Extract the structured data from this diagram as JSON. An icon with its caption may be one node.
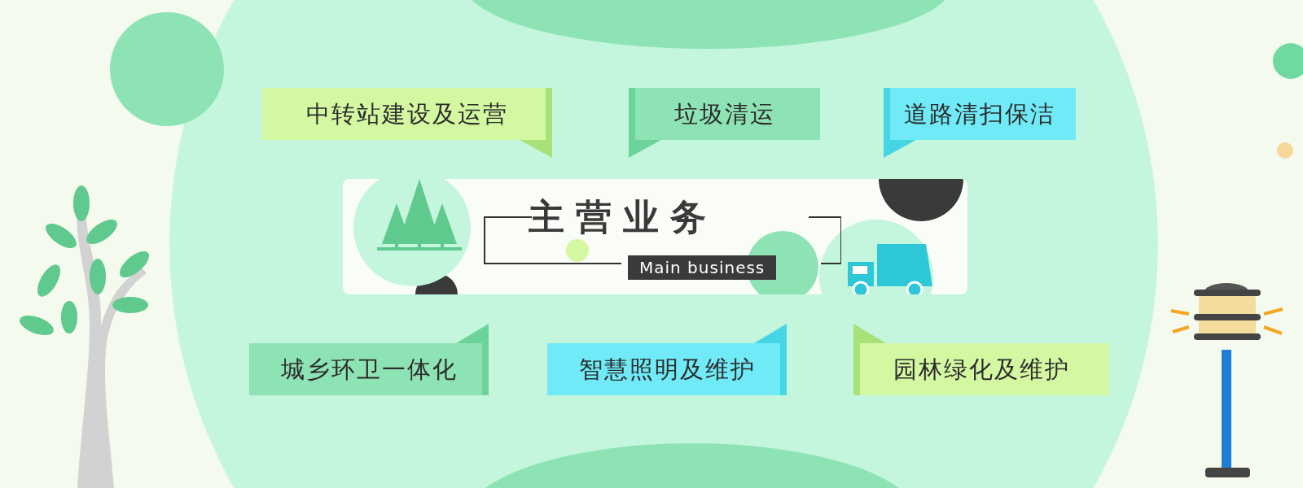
{
  "diagram": {
    "nodes": [
      {
        "text": [
          "主营业务",
          "Main business"
        ]
      },
      {
        "text": [
          "中转站建设及运营"
        ]
      },
      {
        "text": [
          "垃圾清运"
        ]
      },
      {
        "text": [
          "道路清扫保洁"
        ]
      },
      {
        "text": [
          "城乡环卫一体化"
        ]
      },
      {
        "text": [
          "智慧照明及维护"
        ]
      },
      {
        "text": [
          "园林绿化及维护"
        ]
      }
    ]
  }
}
